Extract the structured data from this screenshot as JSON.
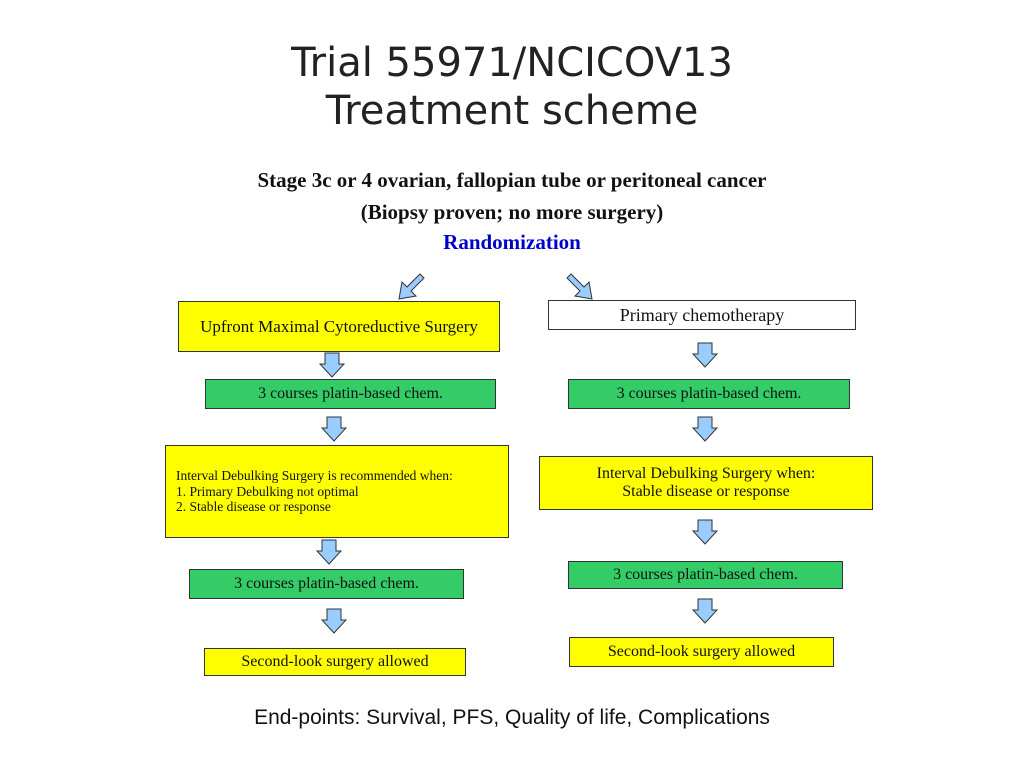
{
  "header": {
    "title_line1": "Trial 55971/NCICOV13",
    "title_line2": "Treatment scheme",
    "population_line1": "Stage 3c or 4 ovarian, fallopian tube or peritoneal cancer",
    "population_line2": "(Biopsy proven; no more surgery)",
    "randomization": "Randomization"
  },
  "left_arm": {
    "step1": "Upfront Maximal Cytoreductive Surgery",
    "step2": "3 courses platin-based chem.",
    "step3_line1": "Interval Debulking Surgery is recommended when:",
    "step3_line2": "1. Primary Debulking not optimal",
    "step3_line3": "2. Stable disease or response",
    "step4": "3 courses platin-based chem.",
    "step5": "Second-look surgery allowed"
  },
  "right_arm": {
    "step1": "Primary chemotherapy",
    "step2": "3 courses platin-based chem.",
    "step3_line1": "Interval Debulking Surgery when:",
    "step3_line2": "Stable disease or response",
    "step4": "3 courses platin-based chem.",
    "step5": "Second-look surgery allowed"
  },
  "footer": {
    "endpoints": "End-points: Survival, PFS, Quality of life, Complications"
  },
  "colors": {
    "yellow": "#ffff00",
    "green": "#33cc66",
    "randomization_text": "#0000cc",
    "arrow_fill": "#99ccff"
  }
}
